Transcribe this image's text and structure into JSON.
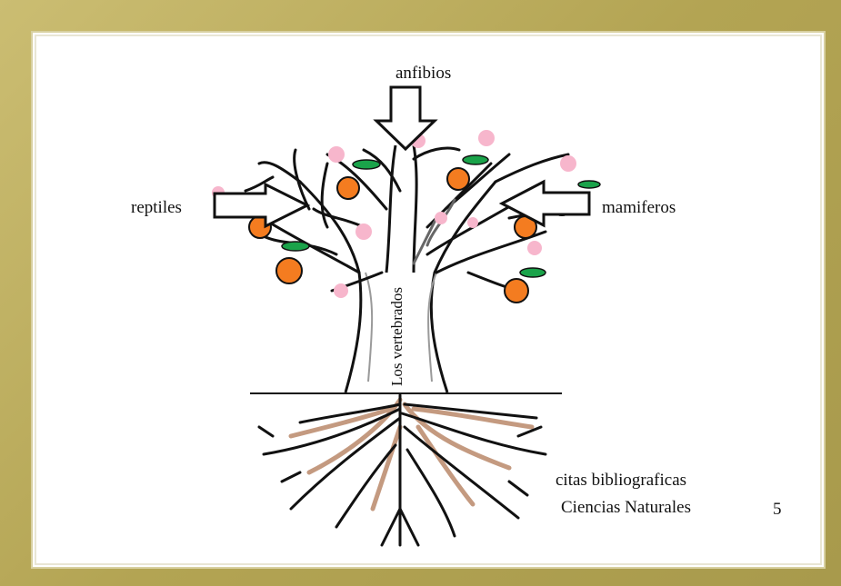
{
  "labels": {
    "top_arrow": "anfibios",
    "left_arrow": "reptiles",
    "right_arrow": "mamiferos",
    "trunk": "Los vertebrados",
    "citation_line1": "citas bibliograficas",
    "citation_line2": "Ciencias Naturales",
    "page_number": "5"
  },
  "colors": {
    "frame": "#b8a95c",
    "fruit": "#f47c20",
    "leaf": "#1aa34a",
    "blossom": "#f7b6cc",
    "root_accent": "#c49a80",
    "ink": "#111111"
  },
  "icons": [
    "down-arrow-icon",
    "right-arrow-icon",
    "left-arrow-icon"
  ]
}
